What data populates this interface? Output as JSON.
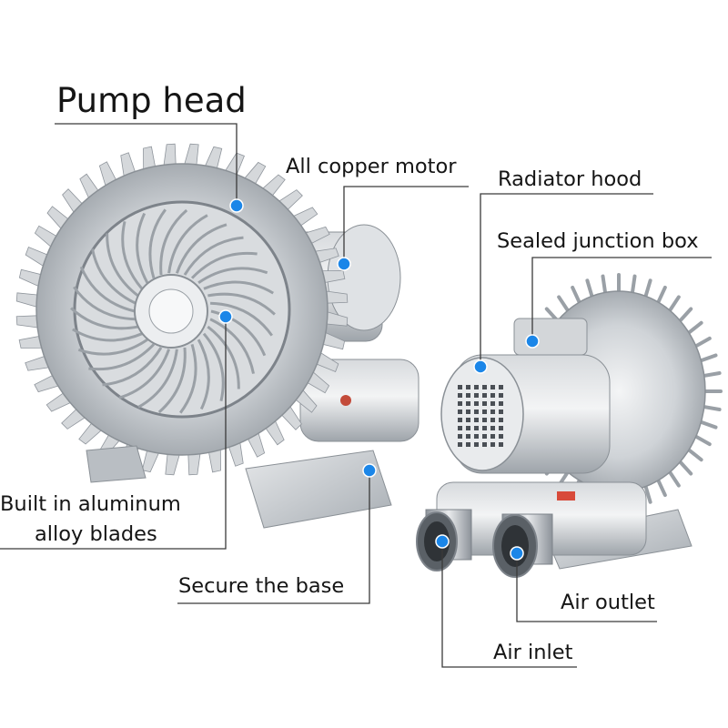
{
  "labels": {
    "pump_head": "Pump head",
    "all_copper_motor": "All copper motor",
    "radiator_hood": "Radiator hood",
    "sealed_junction_box": "Sealed junction box",
    "blades_line1": "Built in aluminum",
    "blades_line2": "alloy blades",
    "secure_base": "Secure the base",
    "air_outlet": "Air outlet",
    "air_inlet": "Air inlet"
  },
  "colors": {
    "marker": "#1b86e8",
    "leader_line": "#3a3a3a",
    "metal": "#c9ccd0",
    "metal_dark": "#8f959c"
  }
}
